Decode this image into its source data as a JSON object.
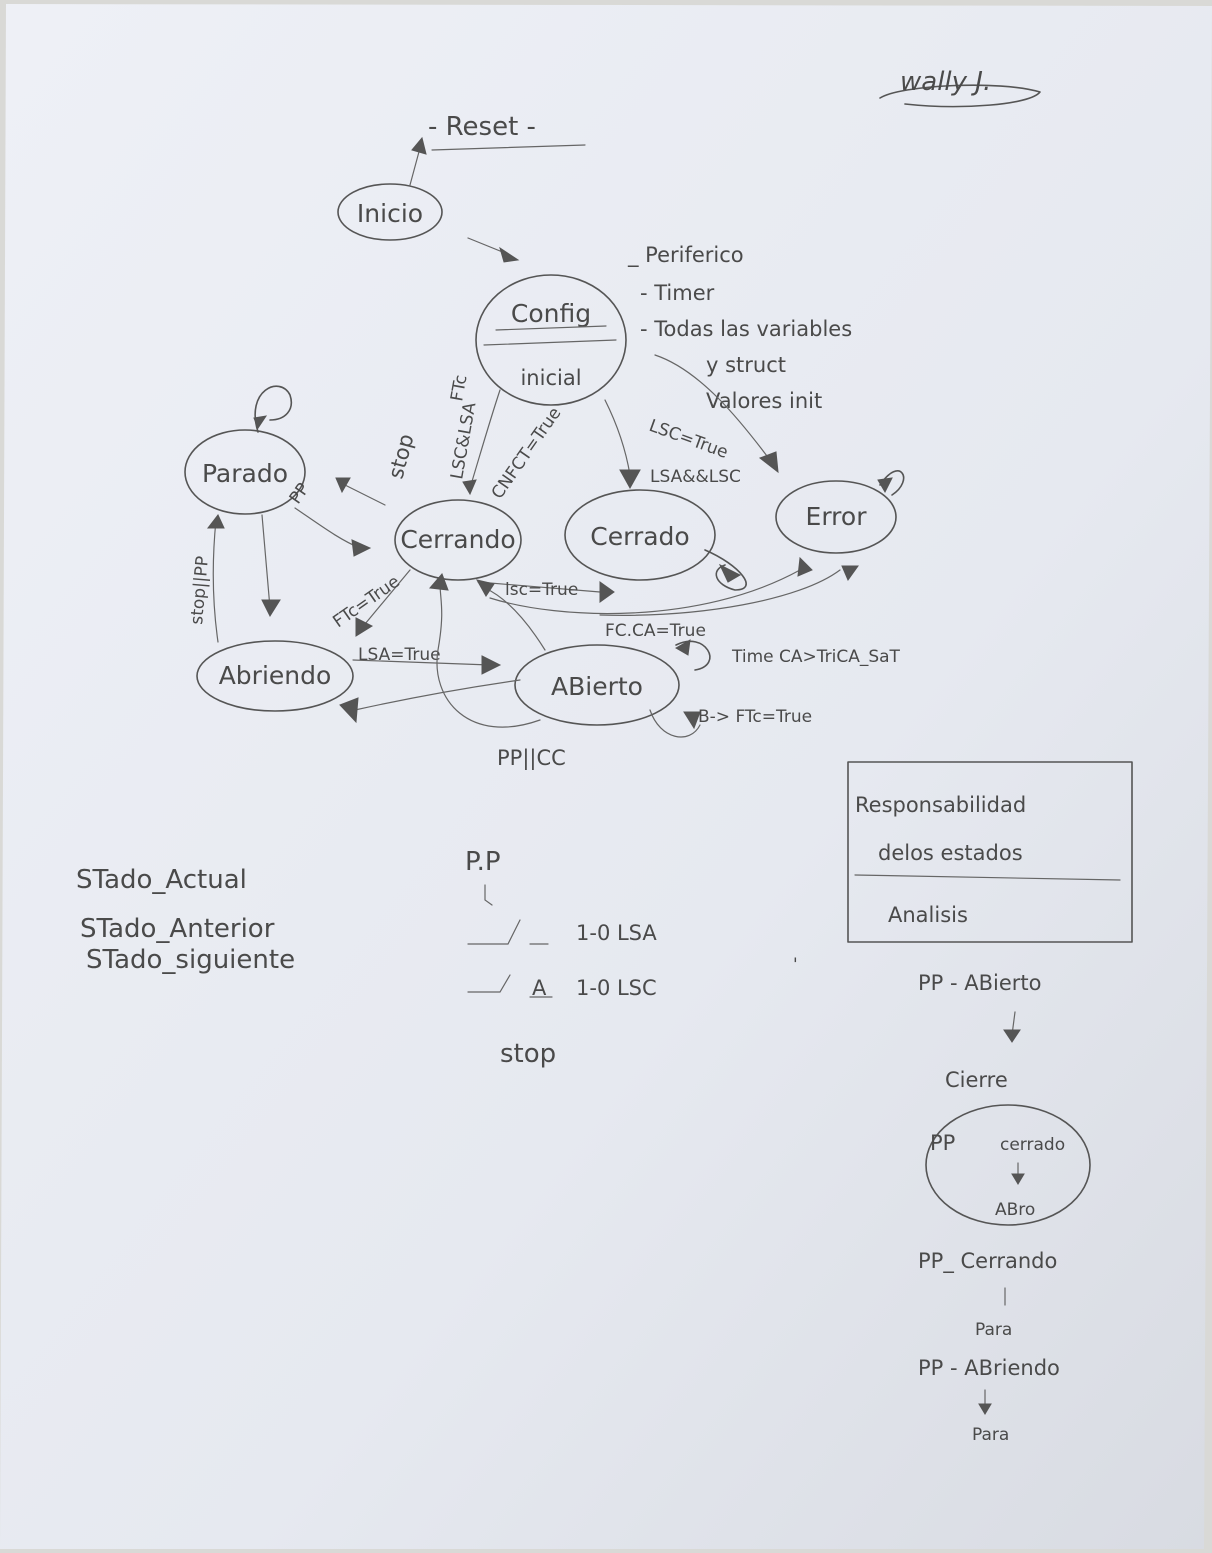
{
  "signature": "wally J.",
  "reset_label": "- Reset -",
  "states": {
    "inicio": "Inicio",
    "config": "Config",
    "config_sub": "inicial",
    "parado": "Parado",
    "cerrando": "Cerrando",
    "cerrado": "Cerrado",
    "error": "Error",
    "abriendo": "Abriendo",
    "abierto": "ABierto"
  },
  "config_notes": [
    "_ Periferico",
    "- Timer",
    "- Todas las variables",
    "y struct",
    "Valores init"
  ],
  "transitions": {
    "ftc_config": "FTc",
    "lsc_lsa": "LSC&LSA",
    "cnfct": "CNFCT=True",
    "lsc_true": "LSC=True",
    "lsa_lsc": "LSA&&LSC",
    "stop_config": "stop",
    "pp_parado": "PP",
    "stop_pp": "stop||PP",
    "ftc_true": "FTc=True",
    "lsc_true2": "lsc=True",
    "lsa_true": "LSA=True",
    "fc_ca_true": "FC.CA=True",
    "time_ca": "Time CA>TriCA_SaT",
    "ftc_true2": "B-> FTc=True",
    "pp_cc": "PP||CC"
  },
  "variables": [
    "STado_Actual",
    "STado_Anterior",
    "STado_siguiente"
  ],
  "switches": {
    "pp_label": "P.P",
    "lsa": "1-0 LSA",
    "lsc": "1-0 LSC",
    "stop": "stop"
  },
  "responsibility_box": {
    "title_line1": "Responsabilidad",
    "title_line2": "delos estados",
    "subtitle": "Analisis"
  },
  "analysis": [
    "PP - ABierto",
    "Cierre",
    "PP",
    "cerrado",
    "ABro",
    "PP_ Cerrando",
    "Para",
    "PP - ABriendo",
    "Para"
  ]
}
